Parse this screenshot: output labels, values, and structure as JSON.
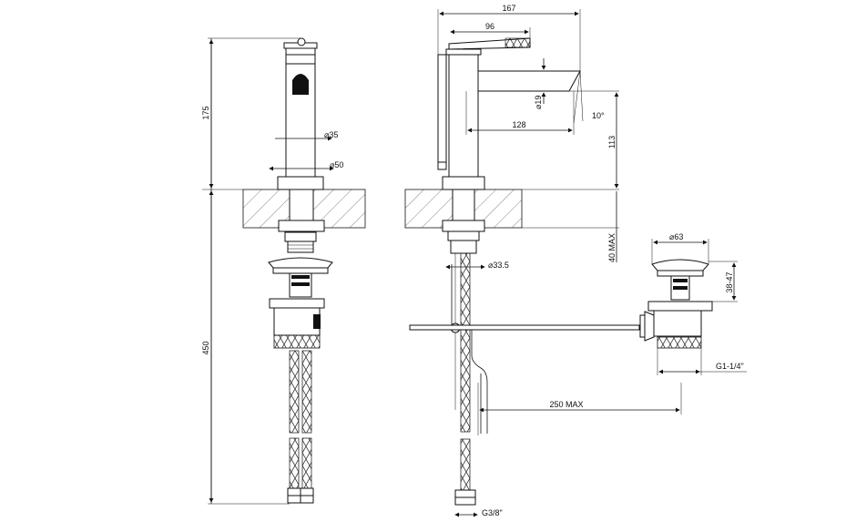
{
  "dimensions": {
    "front_height_spout": "175",
    "front_diameter_body": "35",
    "front_diameter_base": "50",
    "front_height_below": "450",
    "side_overall_width": "167",
    "side_handle_length": "96",
    "side_spout_reach": "128",
    "side_spout_diameter": "19",
    "side_spout_angle": "10°",
    "side_height_spout": "113",
    "side_deck_thickness": "40 MAX",
    "side_shank_diameter": "33.5",
    "side_drain_distance": "250 MAX",
    "side_hose_thread": "G3/8\"",
    "waste_cap_diameter": "63",
    "waste_height_range": "38-47",
    "waste_thread": "G1-1/4\""
  }
}
